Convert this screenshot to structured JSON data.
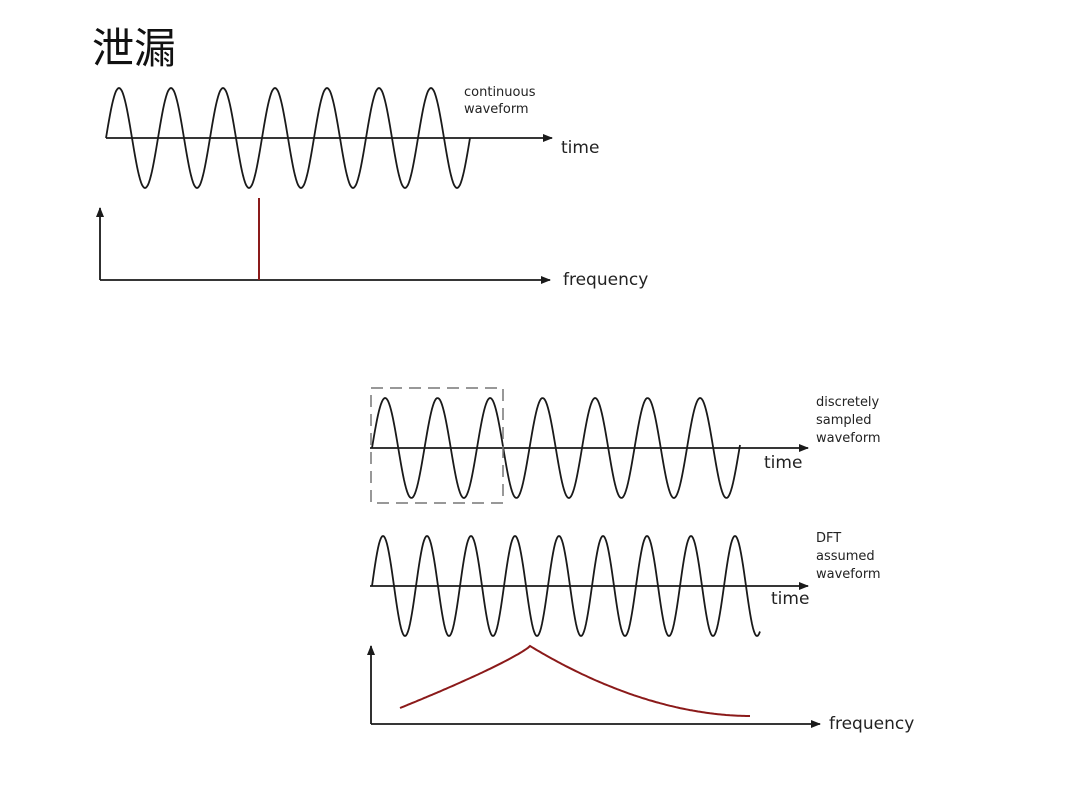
{
  "title": "泄漏",
  "colors": {
    "waveform": "#1a1a1a",
    "axis": "#1a1a1a",
    "spectrum": "#8b1a1a",
    "window_box": "#777777",
    "background": "#ffffff"
  },
  "panel_continuous": {
    "waveform_label": [
      "continuous",
      "waveform"
    ],
    "axis_label": "time"
  },
  "panel_spectrum_ideal": {
    "axis_label": "frequency"
  },
  "panel_sampled": {
    "waveform_label": [
      "discretely",
      "sampled",
      "waveform"
    ],
    "axis_label": "time"
  },
  "panel_dft": {
    "waveform_label": [
      "DFT",
      "assumed",
      "waveform"
    ],
    "axis_label": "time"
  },
  "panel_spectrum_leak": {
    "axis_label": "frequency"
  }
}
